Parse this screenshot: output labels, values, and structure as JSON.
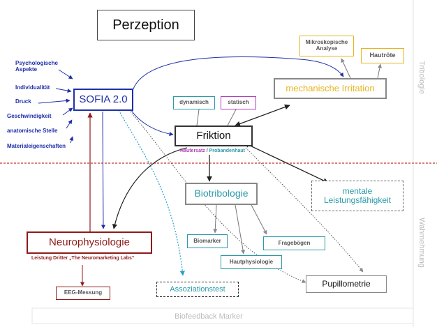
{
  "colors": {
    "navy": "#1f2fa8",
    "dark_red": "#8e1a1a",
    "teal": "#2a9aaa",
    "gold": "#e6b520",
    "purple": "#b13eb8",
    "red_line": "#c0352a",
    "gray_text": "#bcbcbc",
    "dark": "#222222"
  },
  "title": "Perzeption",
  "influences": [
    {
      "text": "Psychologische\nAspekte"
    },
    {
      "text": "Individualität"
    },
    {
      "text": "Druck"
    },
    {
      "text": "Geschwindigkeit"
    },
    {
      "text": "anatomische Stelle"
    },
    {
      "text": "Materialeigenschaften"
    }
  ],
  "nodes": {
    "sofia": "SOFIA 2.0",
    "mikro": "Mikroskopische\nAnalyse",
    "hautrote": "Hautröte",
    "mech": "mechanische Irritation",
    "dynamisch": "dynamisch",
    "statisch": "statisch",
    "friktion": "Friktion",
    "hautersatz": "Hautersatz",
    "slash": " / ",
    "probandenhaut": "Probandenhaut",
    "mentale": "mentale\nLeistungsfähigkeit",
    "biotribologie": "Biotribologie",
    "biomarker": "Biomarker",
    "frageboegen": "Fragebögen",
    "hautphysiologie": "Hautphysiologie",
    "neuro": "Neurophysiologie",
    "neuro_sub": "Leistung Dritter „The Neuromarketing Labs“",
    "eeg": "EEG-Messung",
    "assoz": "Assoziationstest",
    "pupillo": "Pupillometrie"
  },
  "side_labels": {
    "tribologie": "Tribologie",
    "wahrnehmung": "Wahrnehmung"
  },
  "footer": "Biofeedback Marker"
}
